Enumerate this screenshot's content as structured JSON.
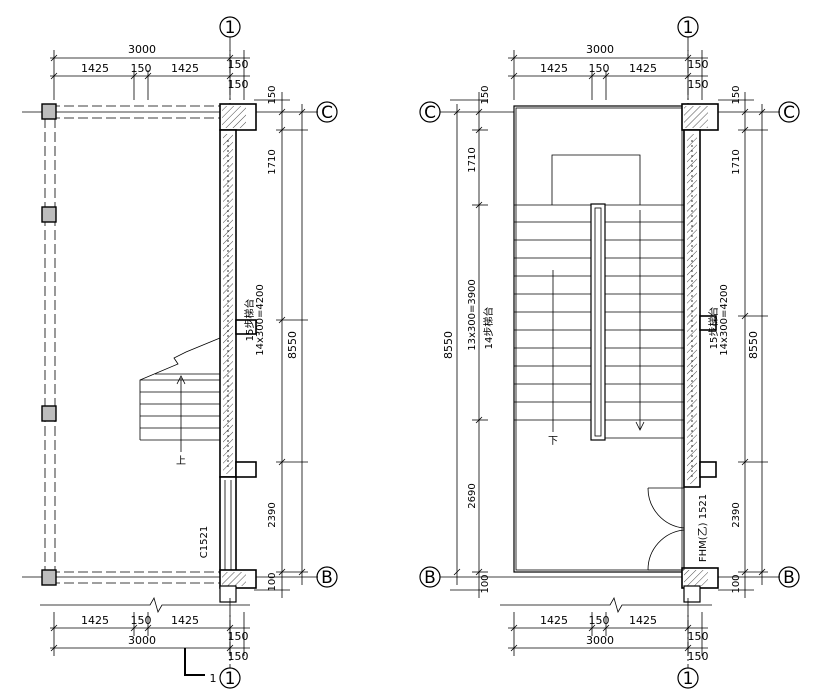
{
  "left_plan": {
    "top_total": "3000",
    "top_parts": [
      "1425",
      "150",
      "1425"
    ],
    "top_right_a": "150",
    "top_right_b": "150",
    "axis_top": "1",
    "axis_c": "C",
    "axis_b": "B",
    "axis_bottom": "1",
    "side_segments": [
      "150",
      "1710",
      "14x300=4200",
      "2390",
      "100"
    ],
    "side_total": "8550",
    "stair_note": "15步梯台",
    "up_label": "上",
    "window": "C1521",
    "bottom_parts": [
      "1425",
      "150",
      "1425"
    ],
    "bottom_total": "3000",
    "bottom_right_a": "150",
    "bottom_right_b": "150",
    "section_mark": "1"
  },
  "right_plan": {
    "top_total": "3000",
    "top_parts": [
      "1425",
      "150",
      "1425"
    ],
    "top_right_a": "150",
    "top_right_b": "150",
    "axis_top": "1",
    "axis_c_left": "C",
    "axis_c_right": "C",
    "axis_b_left": "B",
    "axis_b_right": "B",
    "axis_bottom": "1",
    "left_segments": [
      "150",
      "1710",
      "13x300=3900",
      "2690",
      "100"
    ],
    "left_total": "8550",
    "left_stair_note": "14步梯台",
    "right_segments": [
      "150",
      "1710",
      "14x300=4200",
      "2390",
      "100"
    ],
    "right_total": "8550",
    "stair_note": "15步梯台",
    "down_label": "下",
    "door": "FHM(乙) 1521",
    "bottom_parts": [
      "1425",
      "150",
      "1425"
    ],
    "bottom_total": "3000",
    "bottom_right_a": "150",
    "bottom_right_b": "150"
  }
}
